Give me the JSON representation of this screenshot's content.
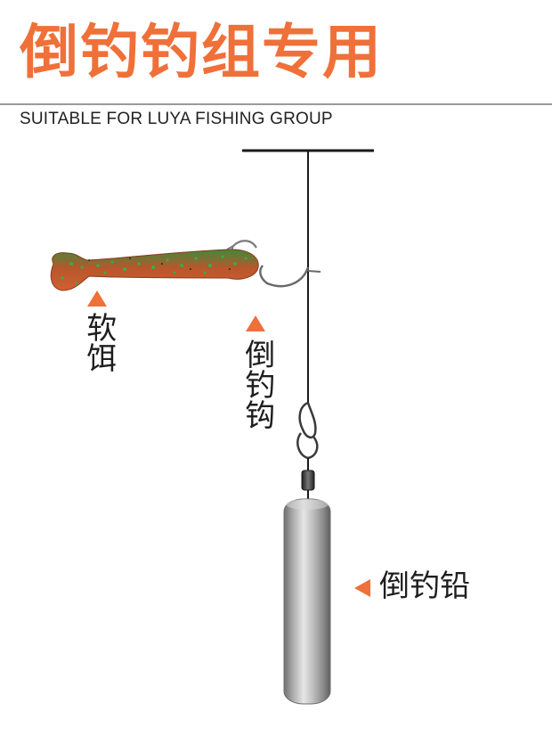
{
  "header": {
    "title": "倒钓钓组专用",
    "subtitle": "SUITABLE FOR LUYA FISHING GROUP"
  },
  "labels": {
    "soft_bait": "软饵",
    "drop_hook": "倒钓钩",
    "drop_sinker": "倒钓铅"
  },
  "colors": {
    "accent": "#f0703a",
    "line": "#1a1a1a",
    "bait_body": "#c8502a",
    "bait_speckle": "#2fa84a"
  }
}
